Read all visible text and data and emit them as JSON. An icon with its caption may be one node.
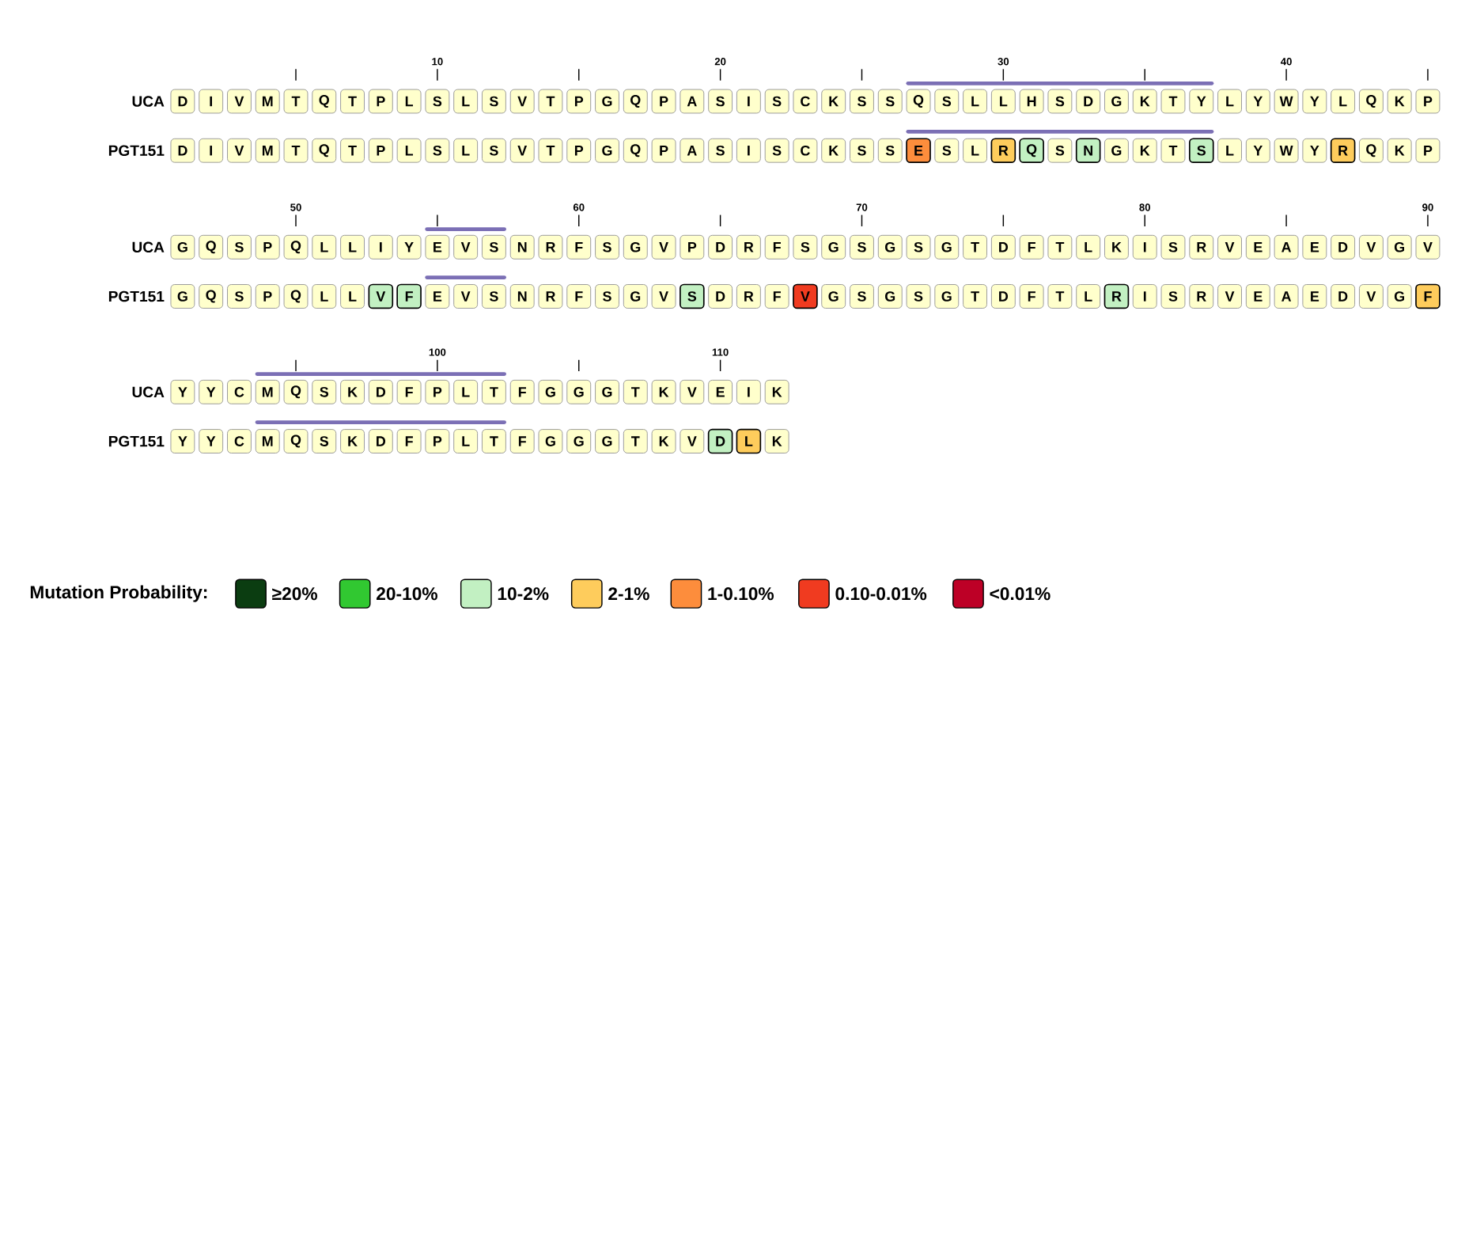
{
  "diagram": {
    "nodes": [
      {
        "text": [
          "D"
        ]
      },
      {
        "text": [
          "I"
        ]
      },
      {
        "text": [
          "V"
        ]
      },
      {
        "text": [
          "M"
        ]
      },
      {
        "text": [
          "T"
        ]
      },
      {
        "text": [
          "Q"
        ]
      },
      {
        "text": [
          "T"
        ]
      },
      {
        "text": [
          "P"
        ]
      },
      {
        "text": [
          "L"
        ]
      },
      {
        "text": [
          "S"
        ]
      },
      {
        "text": [
          "L"
        ]
      },
      {
        "text": [
          "S"
        ]
      },
      {
        "text": [
          "V"
        ]
      },
      {
        "text": [
          "T"
        ]
      },
      {
        "text": [
          "P"
        ]
      },
      {
        "text": [
          "G"
        ]
      },
      {
        "text": [
          "Q"
        ]
      },
      {
        "text": [
          "P"
        ]
      },
      {
        "text": [
          "A"
        ]
      },
      {
        "text": [
          "S"
        ]
      },
      {
        "text": [
          "I"
        ]
      },
      {
        "text": [
          "S"
        ]
      },
      {
        "text": [
          "C"
        ]
      },
      {
        "text": [
          "K"
        ]
      },
      {
        "text": [
          "S"
        ]
      },
      {
        "text": [
          "S"
        ]
      },
      {
        "text": [
          "Q"
        ]
      },
      {
        "text": [
          "S"
        ]
      },
      {
        "text": [
          "L"
        ]
      },
      {
        "text": [
          "L"
        ]
      },
      {
        "text": [
          "H"
        ]
      },
      {
        "text": [
          "S"
        ]
      },
      {
        "text": [
          "D"
        ]
      },
      {
        "text": [
          "G"
        ]
      },
      {
        "text": [
          "K"
        ]
      },
      {
        "text": [
          "T"
        ]
      },
      {
        "text": [
          "Y"
        ]
      },
      {
        "text": [
          "L"
        ]
      },
      {
        "text": [
          "Y"
        ]
      },
      {
        "text": [
          "W"
        ]
      },
      {
        "text": [
          "Y"
        ]
      },
      {
        "text": [
          "L"
        ]
      },
      {
        "text": [
          "Q"
        ]
      },
      {
        "text": [
          "K"
        ]
      },
      {
        "text": [
          "P"
        ]
      },
      {
        "text": [
          "D"
        ]
      },
      {
        "text": [
          "I"
        ]
      },
      {
        "text": [
          "V"
        ]
      },
      {
        "text": [
          "M"
        ]
      },
      {
        "text": [
          "T"
        ]
      },
      {
        "text": [
          "Q"
        ]
      },
      {
        "text": [
          "T"
        ]
      },
      {
        "text": [
          "P"
        ]
      },
      {
        "text": [
          "L"
        ]
      },
      {
        "text": [
          "S"
        ]
      },
      {
        "text": [
          "L"
        ]
      },
      {
        "text": [
          "S"
        ]
      },
      {
        "text": [
          "V"
        ]
      },
      {
        "text": [
          "T"
        ]
      },
      {
        "text": [
          "P"
        ]
      },
      {
        "text": [
          "G"
        ]
      },
      {
        "text": [
          "Q"
        ]
      },
      {
        "text": [
          "P"
        ]
      },
      {
        "text": [
          "A"
        ]
      },
      {
        "text": [
          "S"
        ]
      },
      {
        "text": [
          "I"
        ]
      },
      {
        "text": [
          "S"
        ]
      },
      {
        "text": [
          "C"
        ]
      },
      {
        "text": [
          "K"
        ]
      },
      {
        "text": [
          "S"
        ]
      },
      {
        "text": [
          "S"
        ]
      },
      {
        "text": [
          "E"
        ]
      },
      {
        "text": [
          "S"
        ]
      },
      {
        "text": [
          "L"
        ]
      },
      {
        "text": [
          "R"
        ]
      },
      {
        "text": [
          "Q"
        ]
      },
      {
        "text": [
          "S"
        ]
      },
      {
        "text": [
          "N"
        ]
      },
      {
        "text": [
          "G"
        ]
      },
      {
        "text": [
          "K"
        ]
      },
      {
        "text": [
          "T"
        ]
      },
      {
        "text": [
          "S"
        ]
      },
      {
        "text": [
          "L"
        ]
      },
      {
        "text": [
          "Y"
        ]
      },
      {
        "text": [
          "W"
        ]
      },
      {
        "text": [
          "Y"
        ]
      },
      {
        "text": [
          "R"
        ]
      },
      {
        "text": [
          "Q"
        ]
      },
      {
        "text": [
          "K"
        ]
      },
      {
        "text": [
          "P"
        ]
      },
      {
        "text": [
          "G"
        ]
      },
      {
        "text": [
          "Q"
        ]
      },
      {
        "text": [
          "S"
        ]
      },
      {
        "text": [
          "P"
        ]
      },
      {
        "text": [
          "Q"
        ]
      },
      {
        "text": [
          "L"
        ]
      },
      {
        "text": [
          "L"
        ]
      },
      {
        "text": [
          "I"
        ]
      },
      {
        "text": [
          "Y"
        ]
      },
      {
        "text": [
          "E"
        ]
      },
      {
        "text": [
          "V"
        ]
      },
      {
        "text": [
          "S"
        ]
      },
      {
        "text": [
          "N"
        ]
      },
      {
        "text": [
          "R"
        ]
      },
      {
        "text": [
          "F"
        ]
      },
      {
        "text": [
          "S"
        ]
      },
      {
        "text": [
          "G"
        ]
      },
      {
        "text": [
          "V"
        ]
      },
      {
        "text": [
          "P"
        ]
      },
      {
        "text": [
          "D"
        ]
      },
      {
        "text": [
          "R"
        ]
      },
      {
        "text": [
          "F"
        ]
      },
      {
        "text": [
          "S"
        ]
      },
      {
        "text": [
          "G"
        ]
      },
      {
        "text": [
          "S"
        ]
      },
      {
        "text": [
          "G"
        ]
      },
      {
        "text": [
          "S"
        ]
      },
      {
        "text": [
          "G"
        ]
      },
      {
        "text": [
          "T"
        ]
      },
      {
        "text": [
          "D"
        ]
      },
      {
        "text": [
          "F"
        ]
      },
      {
        "text": [
          "T"
        ]
      },
      {
        "text": [
          "L"
        ]
      },
      {
        "text": [
          "K"
        ]
      },
      {
        "text": [
          "I"
        ]
      },
      {
        "text": [
          "S"
        ]
      },
      {
        "text": [
          "R"
        ]
      },
      {
        "text": [
          "V"
        ]
      },
      {
        "text": [
          "E"
        ]
      },
      {
        "text": [
          "A"
        ]
      },
      {
        "text": [
          "E"
        ]
      },
      {
        "text": [
          "D"
        ]
      },
      {
        "text": [
          "V"
        ]
      },
      {
        "text": [
          "G"
        ]
      },
      {
        "text": [
          "V"
        ]
      },
      {
        "text": [
          "G"
        ]
      },
      {
        "text": [
          "Q"
        ]
      },
      {
        "text": [
          "S"
        ]
      },
      {
        "text": [
          "P"
        ]
      },
      {
        "text": [
          "Q"
        ]
      },
      {
        "text": [
          "L"
        ]
      },
      {
        "text": [
          "L"
        ]
      },
      {
        "text": [
          "V"
        ]
      },
      {
        "text": [
          "F"
        ]
      },
      {
        "text": [
          "E"
        ]
      },
      {
        "text": [
          "V"
        ]
      },
      {
        "text": [
          "S"
        ]
      },
      {
        "text": [
          "N"
        ]
      },
      {
        "text": [
          "R"
        ]
      },
      {
        "text": [
          "F"
        ]
      },
      {
        "text": [
          "S"
        ]
      },
      {
        "text": [
          "G"
        ]
      },
      {
        "text": [
          "V"
        ]
      },
      {
        "text": [
          "S"
        ]
      },
      {
        "text": [
          "D"
        ]
      },
      {
        "text": [
          "R"
        ]
      },
      {
        "text": [
          "F"
        ]
      },
      {
        "text": [
          "V"
        ]
      },
      {
        "text": [
          "G"
        ]
      },
      {
        "text": [
          "S"
        ]
      },
      {
        "text": [
          "G"
        ]
      },
      {
        "text": [
          "S"
        ]
      },
      {
        "text": [
          "G"
        ]
      },
      {
        "text": [
          "T"
        ]
      },
      {
        "text": [
          "D"
        ]
      },
      {
        "text": [
          "F"
        ]
      },
      {
        "text": [
          "T"
        ]
      },
      {
        "text": [
          "L"
        ]
      },
      {
        "text": [
          "R"
        ]
      },
      {
        "text": [
          "I"
        ]
      },
      {
        "text": [
          "S"
        ]
      },
      {
        "text": [
          "R"
        ]
      },
      {
        "text": [
          "V"
        ]
      },
      {
        "text": [
          "E"
        ]
      },
      {
        "text": [
          "A"
        ]
      },
      {
        "text": [
          "E"
        ]
      },
      {
        "text": [
          "D"
        ]
      },
      {
        "text": [
          "V"
        ]
      },
      {
        "text": [
          "G"
        ]
      },
      {
        "text": [
          "F"
        ]
      },
      {
        "text": [
          "Y"
        ]
      },
      {
        "text": [
          "Y"
        ]
      },
      {
        "text": [
          "C"
        ]
      },
      {
        "text": [
          "M"
        ]
      },
      {
        "text": [
          "Q"
        ]
      },
      {
        "text": [
          "S"
        ]
      },
      {
        "text": [
          "K"
        ]
      },
      {
        "text": [
          "D"
        ]
      },
      {
        "text": [
          "F"
        ]
      },
      {
        "text": [
          "P"
        ]
      },
      {
        "text": [
          "L"
        ]
      },
      {
        "text": [
          "T"
        ]
      },
      {
        "text": [
          "F"
        ]
      },
      {
        "text": [
          "G"
        ]
      },
      {
        "text": [
          "G"
        ]
      },
      {
        "text": [
          "G"
        ]
      },
      {
        "text": [
          "T"
        ]
      },
      {
        "text": [
          "K"
        ]
      },
      {
        "text": [
          "V"
        ]
      },
      {
        "text": [
          "E"
        ]
      },
      {
        "text": [
          "I"
        ]
      },
      {
        "text": [
          "K"
        ]
      },
      {
        "text": [
          "Y"
        ]
      },
      {
        "text": [
          "Y"
        ]
      },
      {
        "text": [
          "C"
        ]
      },
      {
        "text": [
          "M"
        ]
      },
      {
        "text": [
          "Q"
        ]
      },
      {
        "text": [
          "S"
        ]
      },
      {
        "text": [
          "K"
        ]
      },
      {
        "text": [
          "D"
        ]
      },
      {
        "text": [
          "F"
        ]
      },
      {
        "text": [
          "P"
        ]
      },
      {
        "text": [
          "L"
        ]
      },
      {
        "text": [
          "T"
        ]
      },
      {
        "text": [
          "F"
        ]
      },
      {
        "text": [
          "G"
        ]
      },
      {
        "text": [
          "G"
        ]
      },
      {
        "text": [
          "G"
        ]
      },
      {
        "text": [
          "T"
        ]
      },
      {
        "text": [
          "K"
        ]
      },
      {
        "text": [
          "V"
        ]
      },
      {
        "text": [
          "D"
        ]
      },
      {
        "text": [
          "L"
        ]
      },
      {
        "text": [
          "K"
        ]
      }
    ],
    "labels": [
      "10",
      "20",
      "30",
      "40",
      "UCA",
      "PGT151",
      "50",
      "60",
      "70",
      "80",
      "90",
      "UCA",
      "PGT151",
      "100",
      "110",
      "UCA",
      "PGT151",
      "Mutation Probability:"
    ],
    "legend": [
      {
        "text": "≥20%",
        "color": "#0b3d11"
      },
      {
        "text": "20-10%",
        "color": "#31c831"
      },
      {
        "text": "10-2%",
        "color": "#c2f0c2"
      },
      {
        "text": "2-1%",
        "color": "#fecc5c"
      },
      {
        "text": "1-0.10%",
        "color": "#fd8d3c"
      },
      {
        "text": "0.10-0.01%",
        "color": "#f03b20"
      },
      {
        "text": "<0.01%",
        "color": "#bd0026"
      }
    ]
  }
}
